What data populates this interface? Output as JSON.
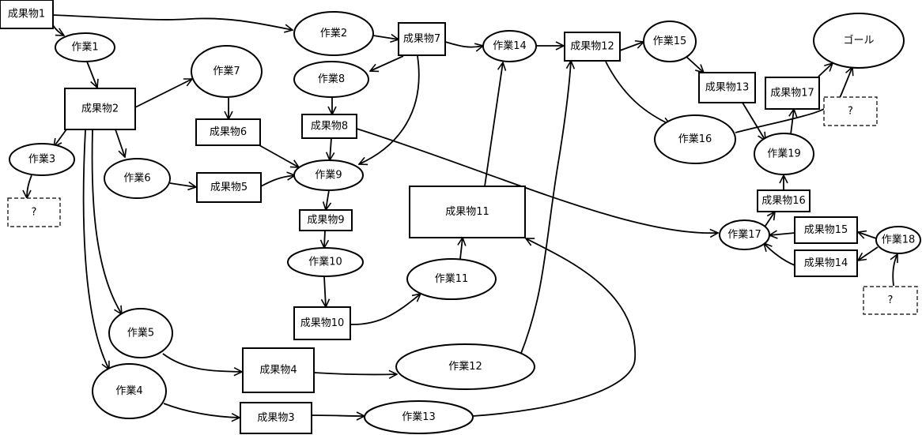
{
  "nodes": {
    "p1": {
      "label": "成果物1",
      "shape": "rect"
    },
    "t1": {
      "label": "作業1",
      "shape": "ellipse"
    },
    "p2": {
      "label": "成果物2",
      "shape": "rect"
    },
    "t3": {
      "label": "作業3",
      "shape": "ellipse"
    },
    "q1": {
      "label": "?",
      "shape": "dashed"
    },
    "t6": {
      "label": "作業6",
      "shape": "ellipse"
    },
    "t7": {
      "label": "作業7",
      "shape": "ellipse"
    },
    "p6": {
      "label": "成果物6",
      "shape": "rect"
    },
    "p5": {
      "label": "成果物5",
      "shape": "rect"
    },
    "t5": {
      "label": "作業5",
      "shape": "ellipse"
    },
    "t4": {
      "label": "作業4",
      "shape": "ellipse"
    },
    "p4": {
      "label": "成果物4",
      "shape": "rect"
    },
    "p3": {
      "label": "成果物3",
      "shape": "rect"
    },
    "t2": {
      "label": "作業2",
      "shape": "ellipse"
    },
    "p7": {
      "label": "成果物7",
      "shape": "rect"
    },
    "t8": {
      "label": "作業8",
      "shape": "ellipse"
    },
    "p8": {
      "label": "成果物8",
      "shape": "rect"
    },
    "t9": {
      "label": "作業9",
      "shape": "ellipse"
    },
    "p9": {
      "label": "成果物9",
      "shape": "rect"
    },
    "t10": {
      "label": "作業10",
      "shape": "ellipse"
    },
    "p10": {
      "label": "成果物10",
      "shape": "rect"
    },
    "t11": {
      "label": "作業11",
      "shape": "ellipse"
    },
    "p11": {
      "label": "成果物11",
      "shape": "rect"
    },
    "t12": {
      "label": "作業12",
      "shape": "ellipse"
    },
    "t13": {
      "label": "作業13",
      "shape": "ellipse"
    },
    "t14": {
      "label": "作業14",
      "shape": "ellipse"
    },
    "p12": {
      "label": "成果物12",
      "shape": "rect"
    },
    "t15": {
      "label": "作業15",
      "shape": "ellipse"
    },
    "p13": {
      "label": "成果物13",
      "shape": "rect"
    },
    "t16": {
      "label": "作業16",
      "shape": "ellipse"
    },
    "goal": {
      "label": "ゴール",
      "shape": "ellipse"
    },
    "p17": {
      "label": "成果物17",
      "shape": "rect"
    },
    "q2": {
      "label": "?",
      "shape": "dashed"
    },
    "t19": {
      "label": "作業19",
      "shape": "ellipse"
    },
    "p16": {
      "label": "成果物16",
      "shape": "rect"
    },
    "t17": {
      "label": "作業17",
      "shape": "ellipse"
    },
    "p15": {
      "label": "成果物15",
      "shape": "rect"
    },
    "p14": {
      "label": "成果物14",
      "shape": "rect"
    },
    "t18": {
      "label": "作業18",
      "shape": "ellipse"
    },
    "q3": {
      "label": "?",
      "shape": "dashed"
    }
  },
  "edges": [
    {
      "from": "p1",
      "to": "t1"
    },
    {
      "from": "p1",
      "to": "t2"
    },
    {
      "from": "t1",
      "to": "p2"
    },
    {
      "from": "p2",
      "to": "t3"
    },
    {
      "from": "p2",
      "to": "t7"
    },
    {
      "from": "p2",
      "to": "t6"
    },
    {
      "from": "p2",
      "to": "t5"
    },
    {
      "from": "p2",
      "to": "t4"
    },
    {
      "from": "t3",
      "to": "q1"
    },
    {
      "from": "t7",
      "to": "p6"
    },
    {
      "from": "p6",
      "to": "t9"
    },
    {
      "from": "t6",
      "to": "p5"
    },
    {
      "from": "p5",
      "to": "t9"
    },
    {
      "from": "t2",
      "to": "p7"
    },
    {
      "from": "p7",
      "to": "t8"
    },
    {
      "from": "p7",
      "to": "t9"
    },
    {
      "from": "p7",
      "to": "t14"
    },
    {
      "from": "t8",
      "to": "p8"
    },
    {
      "from": "p8",
      "to": "t9"
    },
    {
      "from": "p8",
      "to": "t17"
    },
    {
      "from": "t9",
      "to": "p9"
    },
    {
      "from": "p9",
      "to": "t10"
    },
    {
      "from": "t10",
      "to": "p10"
    },
    {
      "from": "p10",
      "to": "t11"
    },
    {
      "from": "t11",
      "to": "p11"
    },
    {
      "from": "p11",
      "to": "t14"
    },
    {
      "from": "t5",
      "to": "p4"
    },
    {
      "from": "p4",
      "to": "t12"
    },
    {
      "from": "t12",
      "to": "p12"
    },
    {
      "from": "t4",
      "to": "p3"
    },
    {
      "from": "p3",
      "to": "t13"
    },
    {
      "from": "t13",
      "to": "p11"
    },
    {
      "from": "t14",
      "to": "p12"
    },
    {
      "from": "p12",
      "to": "t15"
    },
    {
      "from": "p12",
      "to": "t16"
    },
    {
      "from": "t15",
      "to": "p13"
    },
    {
      "from": "p13",
      "to": "t19"
    },
    {
      "from": "t16",
      "to": "goal"
    },
    {
      "from": "t19",
      "to": "p17"
    },
    {
      "from": "p17",
      "to": "goal"
    },
    {
      "from": "p16",
      "to": "t19"
    },
    {
      "from": "t17",
      "to": "p16"
    },
    {
      "from": "p15",
      "to": "t17"
    },
    {
      "from": "p14",
      "to": "t17"
    },
    {
      "from": "t18",
      "to": "p15"
    },
    {
      "from": "t18",
      "to": "p14"
    },
    {
      "from": "q3",
      "to": "t18"
    }
  ]
}
